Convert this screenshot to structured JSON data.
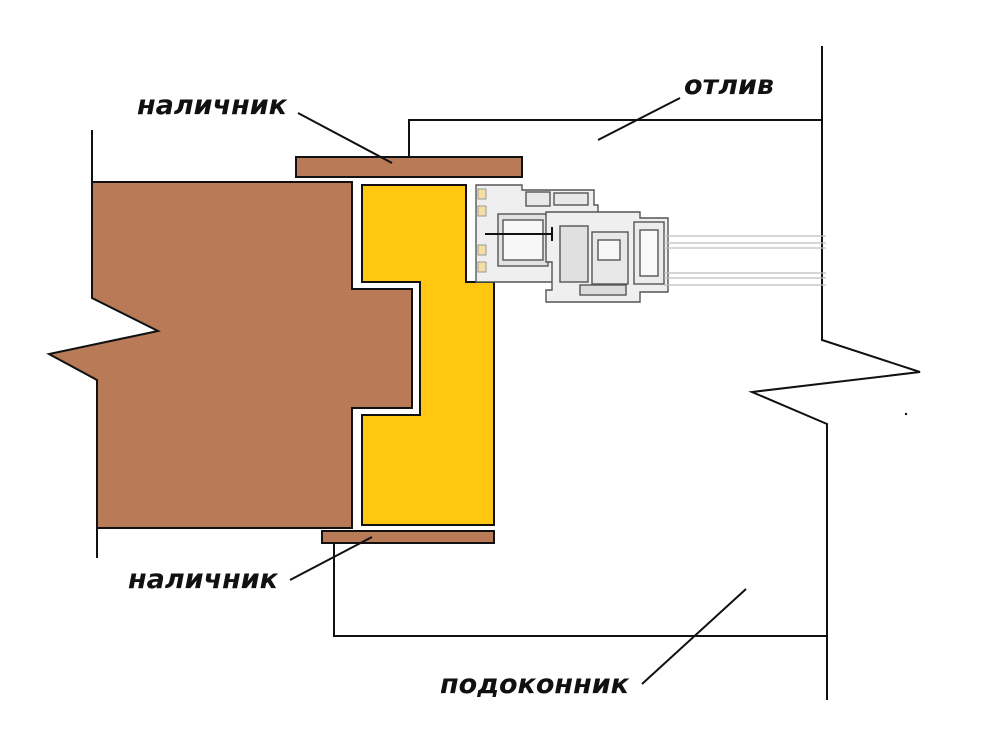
{
  "labels": {
    "casing_top": "наличник",
    "drip_sill": "отлив",
    "casing_bottom": "наличник",
    "window_sill": "подоконник"
  },
  "colors": {
    "wall": "#b87a57",
    "insulation": "#ffc711",
    "casing": "#b87a57",
    "line": "#111111",
    "profile": "#e4e4e4",
    "seal": "#f3dea4"
  },
  "icons": {
    "window_profile": "pvc-window-profile-section-icon"
  }
}
